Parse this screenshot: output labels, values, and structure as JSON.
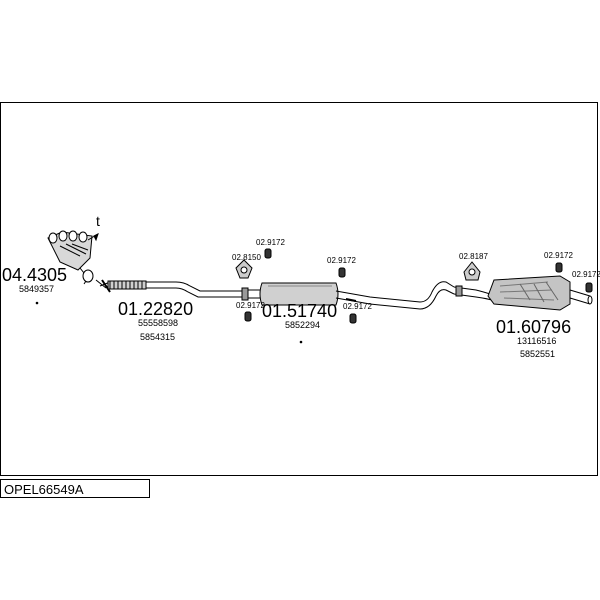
{
  "diagram": {
    "parts": [
      {
        "number": "04.4305",
        "refs": [
          "5849357"
        ]
      },
      {
        "number": "01.22820",
        "refs": [
          "55558598",
          "5854315"
        ]
      },
      {
        "number": "01.51740",
        "refs": [
          "5852294"
        ]
      },
      {
        "number": "01.60796",
        "refs": [
          "13116516",
          "5852551"
        ]
      }
    ],
    "clamps": [
      "02.9172",
      "02.8150",
      "02.9172",
      "02.9172",
      "02.9172",
      "02.8187",
      "02.9172",
      "02.9172"
    ],
    "marker": "t"
  },
  "footer": {
    "code": "OPEL66549A"
  }
}
